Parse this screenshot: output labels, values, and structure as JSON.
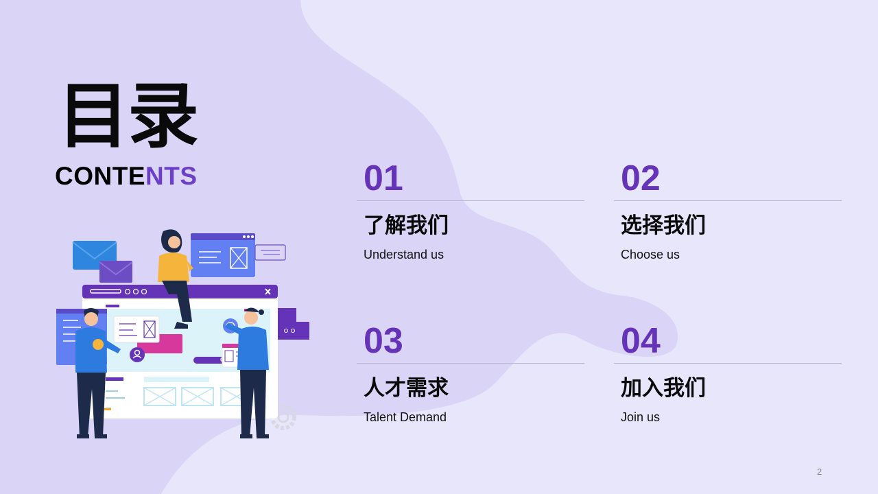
{
  "title": {
    "cn": "目录",
    "en_part1": "CONTE",
    "en_part2": "NTS"
  },
  "items": [
    {
      "num": "01",
      "cn": "了解我们",
      "en": "Understand us"
    },
    {
      "num": "02",
      "cn": "选择我们",
      "en": "Choose us"
    },
    {
      "num": "03",
      "cn": "人才需求",
      "en": "Talent Demand"
    },
    {
      "num": "04",
      "cn": "加入我们",
      "en": "Join us"
    }
  ],
  "page_number": "2",
  "colors": {
    "accent": "#6533B8",
    "background": "#E8E6FB",
    "blob": "#DAD4F6"
  }
}
